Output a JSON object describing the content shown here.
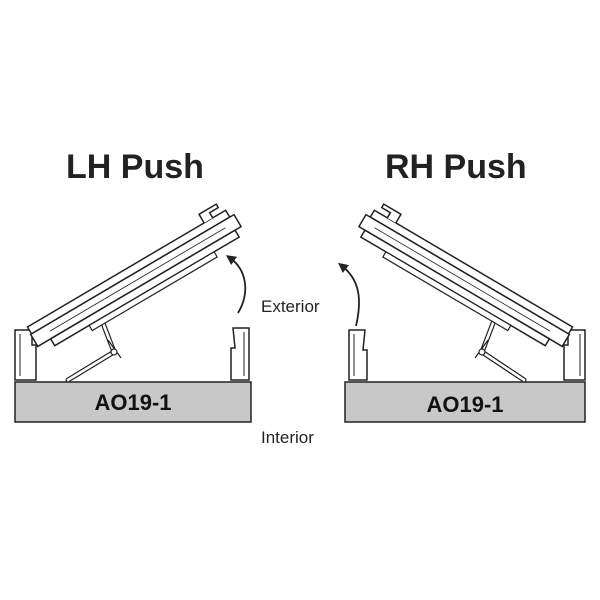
{
  "left_panel": {
    "title": "LH Push",
    "code": "AO19-1"
  },
  "right_panel": {
    "title": "RH Push",
    "code": "AO19-1"
  },
  "labels": {
    "exterior": "Exterior",
    "interior": "Interior"
  },
  "colors": {
    "frame_fill": "#c8c8c8",
    "line": "#222222",
    "background": "#ffffff"
  },
  "icons": {
    "swing_arrow": "curved-arrow-icon"
  }
}
